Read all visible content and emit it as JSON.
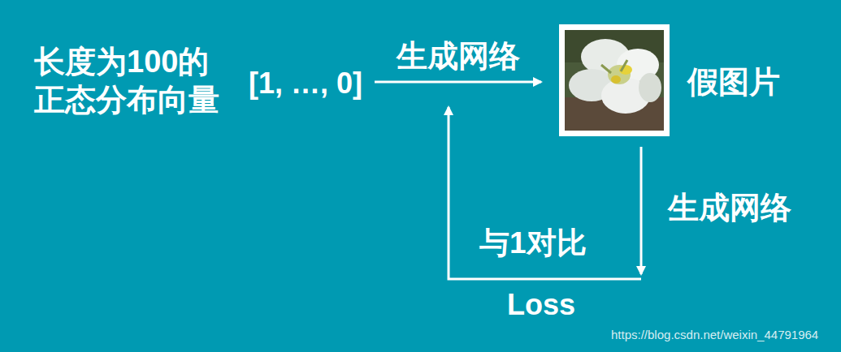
{
  "diagram": {
    "nodes": [
      {
        "text": [
          "[1, …, 0]"
        ]
      },
      {
        "text": [
          "假图片"
        ]
      }
    ],
    "edges": [
      {
        "from": 0,
        "to": 1,
        "label": "生成网络",
        "arrow": "to"
      }
    ],
    "labels": [
      "长度为100的 正态分布向量",
      "生成网络",
      "与1对比",
      "Loss",
      "https://blog.csdn.net/weixin_44791964"
    ]
  }
}
